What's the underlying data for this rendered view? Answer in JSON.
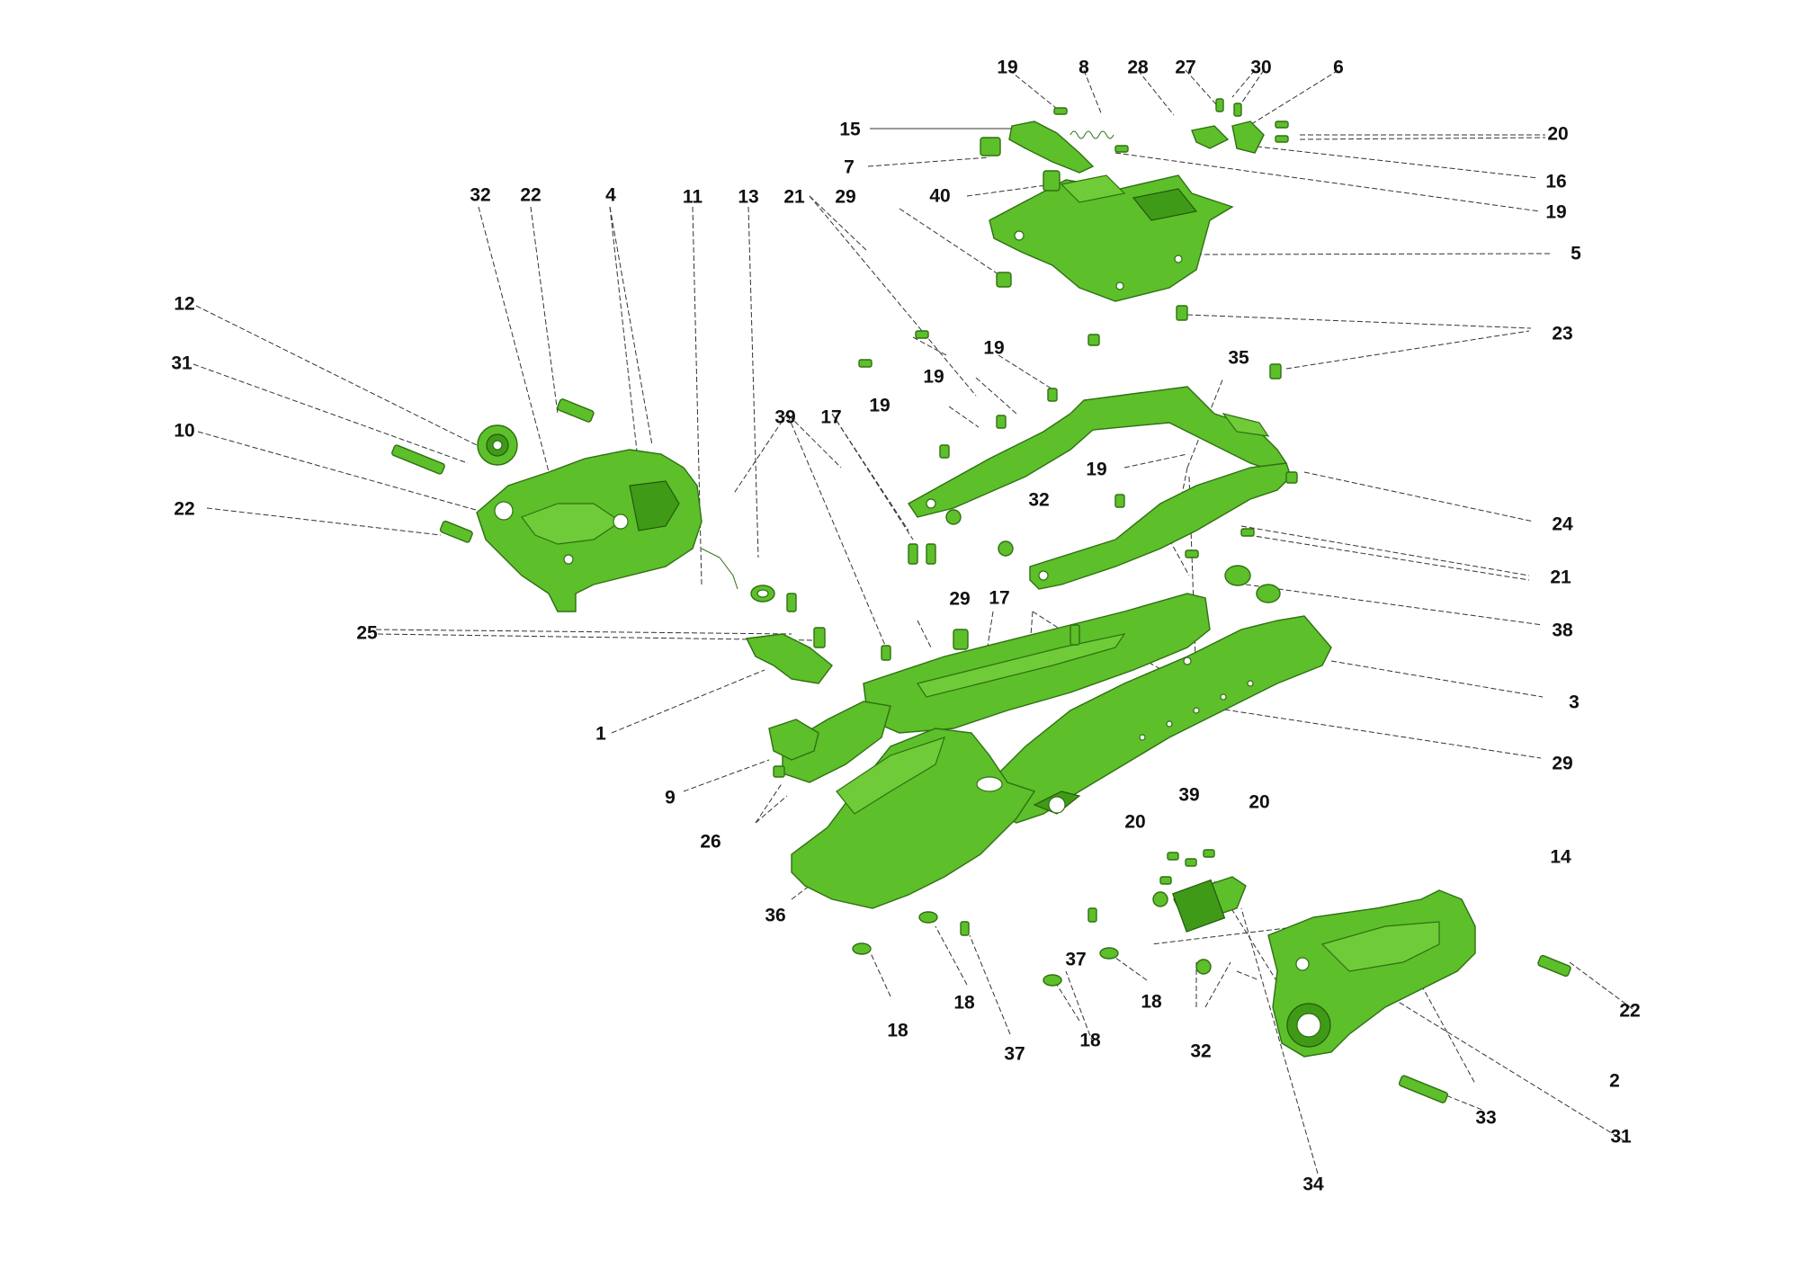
{
  "colors": {
    "part_fill": "#5dbf2a",
    "part_outline": "#2f7012",
    "callout_text": "#111111",
    "leader": "#333333",
    "background": "#ffffff"
  },
  "parts": {
    "p1": "1",
    "p2": "2",
    "p3": "3",
    "p4": "4",
    "p5": "5",
    "p6": "6",
    "p7": "7",
    "p8": "8",
    "p9": "9",
    "p10": "10",
    "p11": "11",
    "p12": "12",
    "p13": "13",
    "p14": "14",
    "p15": "15",
    "p16": "16",
    "p17": "17",
    "p18": "18",
    "p19": "19",
    "p20": "20",
    "p21": "21",
    "p22": "22",
    "p23": "23",
    "p24": "24",
    "p25": "25",
    "p26": "26",
    "p27": "27",
    "p28": "28",
    "p29": "29",
    "p30": "30",
    "p31": "31",
    "p32": "32",
    "p33": "33",
    "p34": "34",
    "p35": "35",
    "p36": "36",
    "p37": "37",
    "p38": "38",
    "p39": "39",
    "p40": "40"
  }
}
